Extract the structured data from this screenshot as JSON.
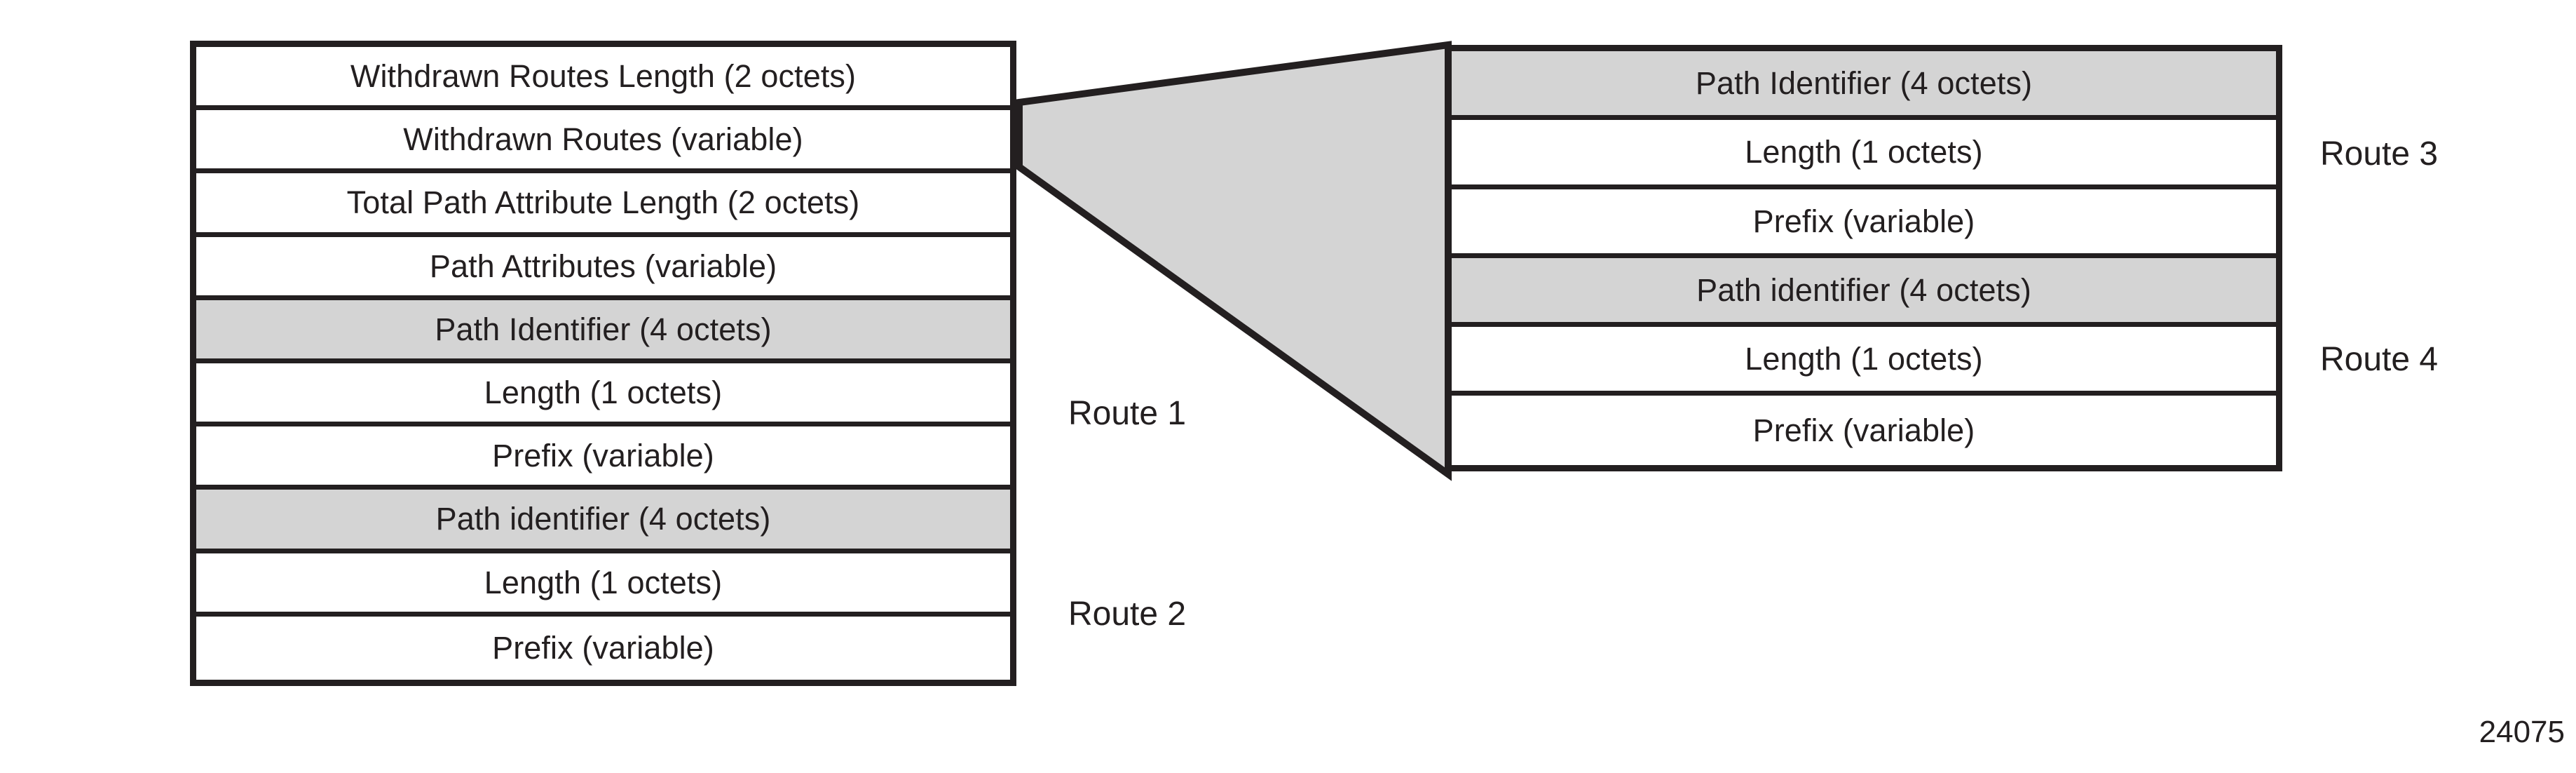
{
  "figure": {
    "number": "24075",
    "background_color": "#ffffff",
    "line_color": "#231f20",
    "shaded_fill_color": "#d4d4d4"
  },
  "left_table": {
    "name": "bgp-update-message",
    "rows": [
      {
        "label": "Withdrawn Routes Length (2 octets)",
        "shaded": false
      },
      {
        "label": "Withdrawn Routes (variable)",
        "shaded": false
      },
      {
        "label": "Total Path Attribute Length (2 octets)",
        "shaded": false
      },
      {
        "label": "Path Attributes (variable)",
        "shaded": false
      },
      {
        "label": "Path Identifier (4 octets)",
        "shaded": true
      },
      {
        "label": "Length (1 octets)",
        "shaded": false
      },
      {
        "label": "Prefix (variable)",
        "shaded": false
      },
      {
        "label": "Path identifier (4 octets)",
        "shaded": true
      },
      {
        "label": "Length (1 octets)",
        "shaded": false
      },
      {
        "label": "Prefix (variable)",
        "shaded": false
      }
    ]
  },
  "right_table": {
    "name": "expanded-nlri-routes",
    "rows": [
      {
        "label": "Path Identifier (4 octets)",
        "shaded": true
      },
      {
        "label": "Length (1 octets)",
        "shaded": false
      },
      {
        "label": "Prefix (variable)",
        "shaded": false
      },
      {
        "label": "Path identifier (4 octets)",
        "shaded": true
      },
      {
        "label": "Length (1 octets)",
        "shaded": false
      },
      {
        "label": "Prefix (variable)",
        "shaded": false
      }
    ]
  },
  "route_labels": {
    "route_1": "Route 1",
    "route_2": "Route 2",
    "route_3": "Route 3",
    "route_4": "Route 4"
  },
  "connector": {
    "name": "expansion-callout",
    "fill": "#d4d4d4",
    "stroke": "#231f20"
  }
}
